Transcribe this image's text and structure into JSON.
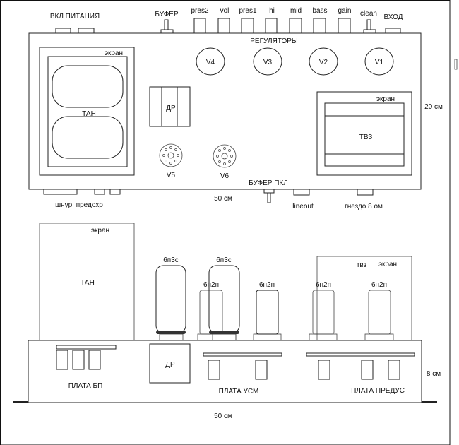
{
  "top_view": {
    "power_switch_label": "ВКЛ ПИТАНИЯ",
    "buffer_label": "БУФЕР",
    "knobs": [
      "pres2",
      "vol",
      "pres1",
      "hi",
      "mid",
      "bass",
      "gain"
    ],
    "clean_label": "clean",
    "input_label": "ВХОД",
    "controls_label": "РЕГУЛЯТОРЫ",
    "power_transformer": {
      "label": "ТАН",
      "screen": "экран"
    },
    "choke": "ДР",
    "tubes": [
      "V4",
      "V3",
      "V2",
      "V1"
    ],
    "sockets": [
      "V5",
      "V6"
    ],
    "output_transformer": {
      "label": "ТВЗ",
      "screen": "экран"
    },
    "depth": "20 см",
    "buffer_switch_label": "БУФЕР ПКЛ",
    "cord_label": "шнур, предохр",
    "width": "50 см",
    "lineout_label": "lineout",
    "speaker_jack_label": "гнездо 8 ом"
  },
  "side_view": {
    "power_transformer": {
      "label": "ТАН",
      "screen": "экран"
    },
    "power_tubes": [
      "6п3с",
      "6п3с"
    ],
    "preamp_tubes": [
      "6н2п",
      "6н2п",
      "6н2п",
      "6н2п"
    ],
    "output_transformer": {
      "label": "твз",
      "screen": "экран"
    },
    "choke": "ДР",
    "psu_board": "ПЛАТА БП",
    "power_amp_board": "ПЛАТА УСМ",
    "preamp_board": "ПЛАТА ПРЕДУС",
    "height": "8 см",
    "width": "50 см"
  }
}
